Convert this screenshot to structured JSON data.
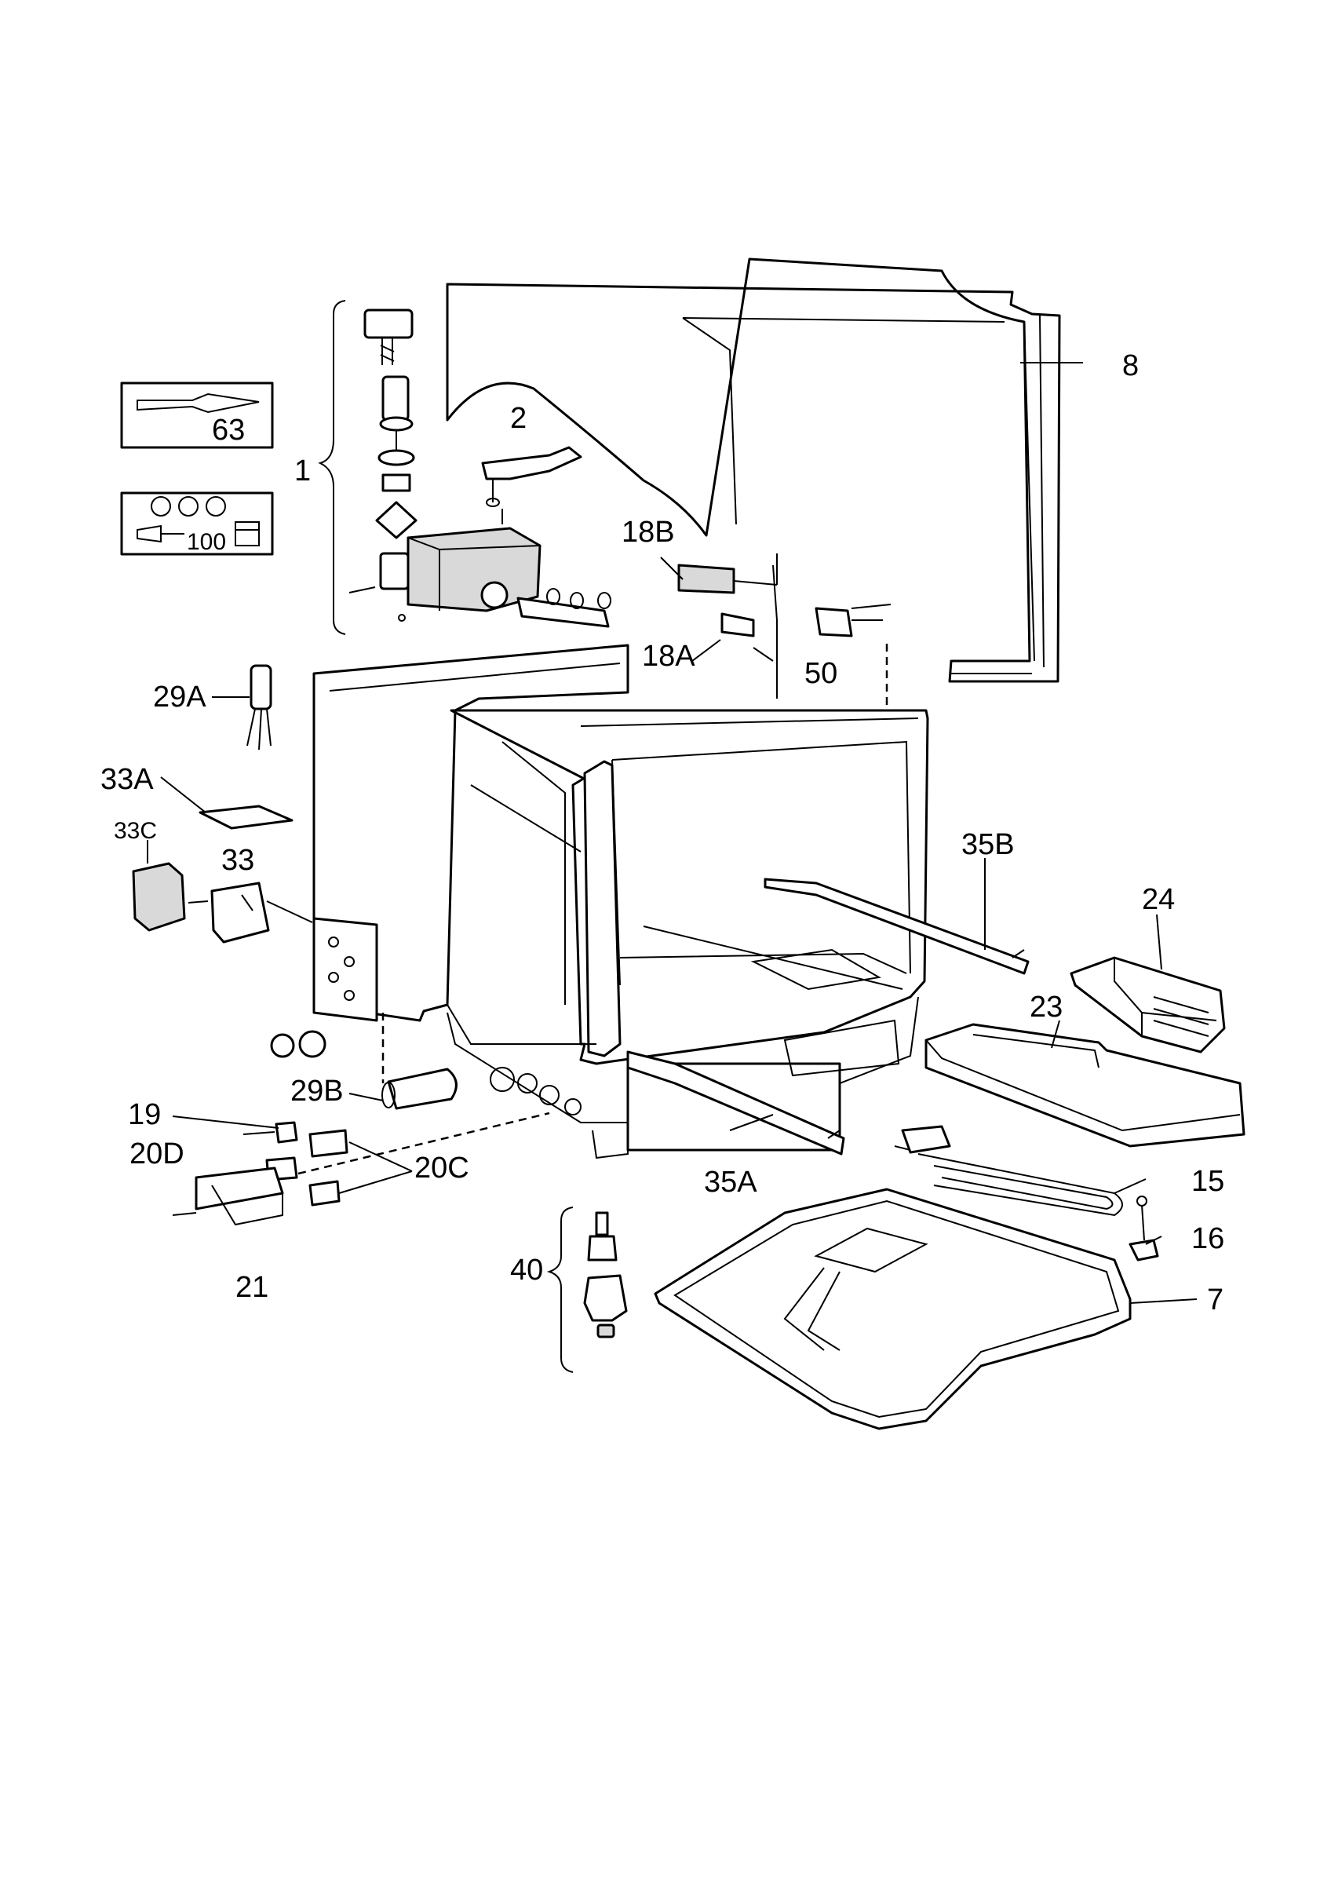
{
  "labels": {
    "p1": "1",
    "p2": "2",
    "p7": "7",
    "p8": "8",
    "p15": "15",
    "p16": "16",
    "p18a": "18A",
    "p18b": "18B",
    "p19": "19",
    "p20c": "20C",
    "p20d": "20D",
    "p21": "21",
    "p23": "23",
    "p24": "24",
    "p29a": "29A",
    "p29b": "29B",
    "p33": "33",
    "p33a": "33A",
    "p33c": "33C",
    "p35a": "35A",
    "p35b": "35B",
    "p40": "40",
    "p50": "50",
    "p63": "63",
    "p100": "100"
  }
}
